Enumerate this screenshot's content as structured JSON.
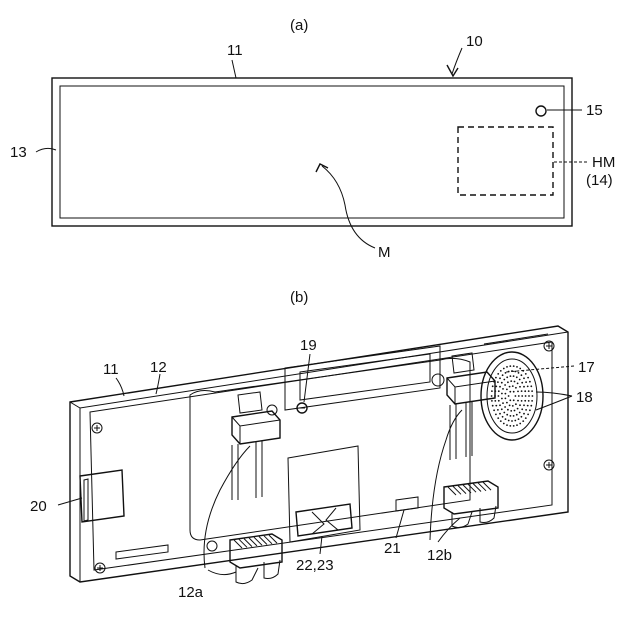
{
  "figure": {
    "panel_a": {
      "caption": "(a)",
      "labels": {
        "device": "10",
        "housing": "11",
        "side": "13",
        "hole": "15",
        "hm": "HM",
        "hm_ref": "(14)",
        "mirror": "M"
      }
    },
    "panel_b": {
      "caption": "(b)",
      "labels": {
        "housing": "11",
        "back": "12",
        "screw": "19",
        "module": "17",
        "speaker": "18",
        "connector": "20",
        "label_plate": "21",
        "window": "22,23",
        "clip_left": "12a",
        "clip_right": "12b"
      }
    }
  }
}
